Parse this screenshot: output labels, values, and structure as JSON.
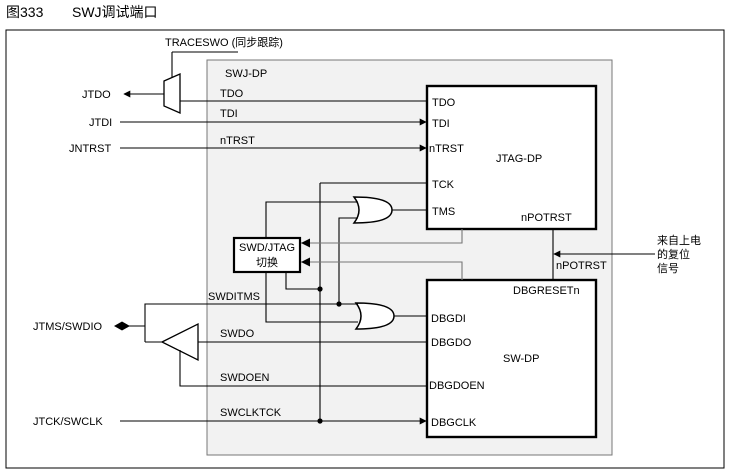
{
  "figure": {
    "number": "图333",
    "title": "SWJ调试端口"
  },
  "labels": {
    "traceswo": "TRACESWO (同步跟踪)",
    "swj_dp": "SWJ-DP",
    "tdo": "TDO",
    "tdi": "TDI",
    "ntrst": "nTRST",
    "jtdo": "JTDO",
    "jtdi": "JTDI",
    "jntrst": "JNTRST",
    "jtag_dp": "JTAG-DP",
    "tdo_port": "TDO",
    "tdi_port": "TDI",
    "ntrst_port": "nTRST",
    "tck_port": "TCK",
    "tms_port": "TMS",
    "npotrst_port": "nPOTRST",
    "switch_line1": "SWD/JTAG",
    "switch_line2": "切换",
    "reset_src_line1": "来自上电",
    "reset_src_line2": "的复位",
    "reset_src_line3": "信号",
    "npotrst": "nPOTRST",
    "dbgresetn": "DBGRESETn",
    "swditms": "SWDITMS",
    "jtms_swdio": "JTMS/SWDIO",
    "dbgdi": "DBGDI",
    "swdo": "SWDO",
    "dbgdo": "DBGDO",
    "sw_dp": "SW-DP",
    "swdoen": "SWDOEN",
    "dbgdoen": "DBGDOEN",
    "swclktck": "SWCLKTCK",
    "jtck_swclk": "JTCK/SWCLK",
    "dbgclk": "DBGCLK"
  }
}
